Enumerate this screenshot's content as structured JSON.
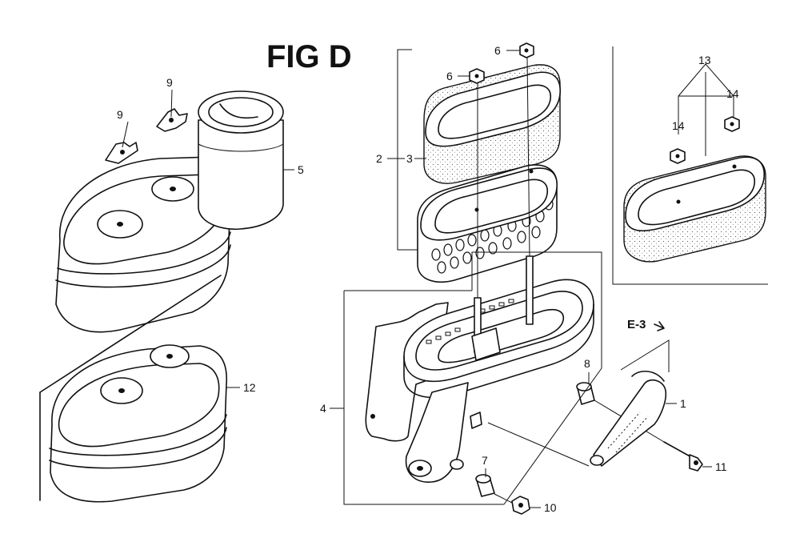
{
  "figure": {
    "title": "FIG D",
    "section_ref": "E-3"
  },
  "callouts": {
    "c1": "1",
    "c2": "2",
    "c3": "3",
    "c4": "4",
    "c5": "5",
    "c6a": "6",
    "c6b": "6",
    "c7": "7",
    "c8": "8",
    "c9a": "9",
    "c9b": "9",
    "c10": "10",
    "c11": "11",
    "c12": "12",
    "c13": "13",
    "c14a": "14",
    "c14b": "14"
  },
  "colors": {
    "ink": "#111111",
    "paper": "#ffffff"
  }
}
